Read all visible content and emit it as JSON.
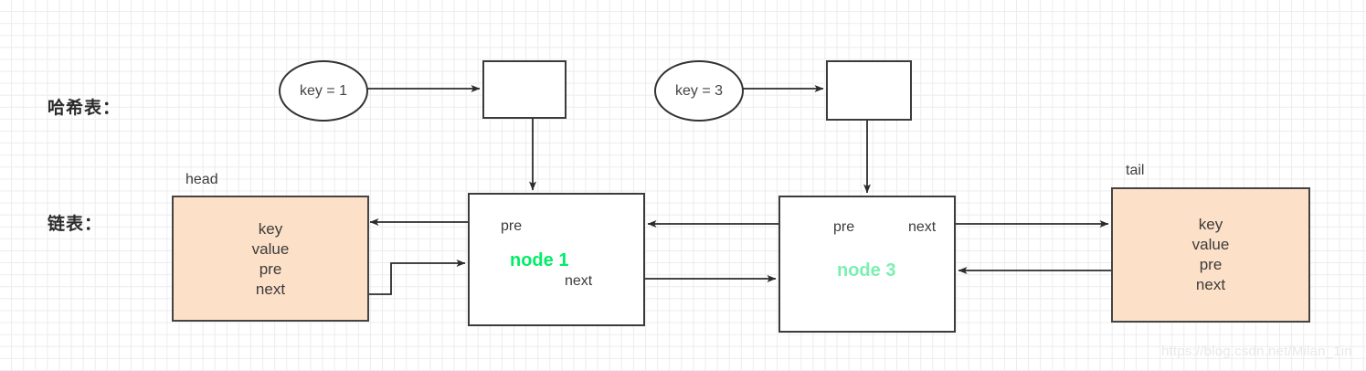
{
  "diagram": {
    "title_labels": {
      "hash_table": "哈希表：",
      "linked_list": "链表："
    },
    "watermark": "https://blog.csdn.net/Milan_1in",
    "colors": {
      "sentinel_fill": "#fce0c8",
      "node_stroke": "#3b3b3b",
      "node1_green": "#00ee66",
      "node3_green": "#7bf0b2",
      "grid_line": "#ececec",
      "text": "#3c3c3c"
    },
    "hash_entries": [
      {
        "key_label": "key = 1",
        "box_value": ""
      },
      {
        "key_label": "key = 3",
        "box_value": ""
      }
    ],
    "list_nodes": [
      {
        "caption": "head",
        "type": "sentinel",
        "fields": "key\nvalue\npre\nnext"
      },
      {
        "caption": "",
        "type": "node",
        "name": "node 1",
        "pre_label": "pre",
        "next_label": "next"
      },
      {
        "caption": "",
        "type": "node",
        "name": "node 3",
        "pre_label": "pre",
        "next_label": "next"
      },
      {
        "caption": "tail",
        "type": "sentinel",
        "fields": "key\nvalue\npre\nnext"
      }
    ]
  }
}
